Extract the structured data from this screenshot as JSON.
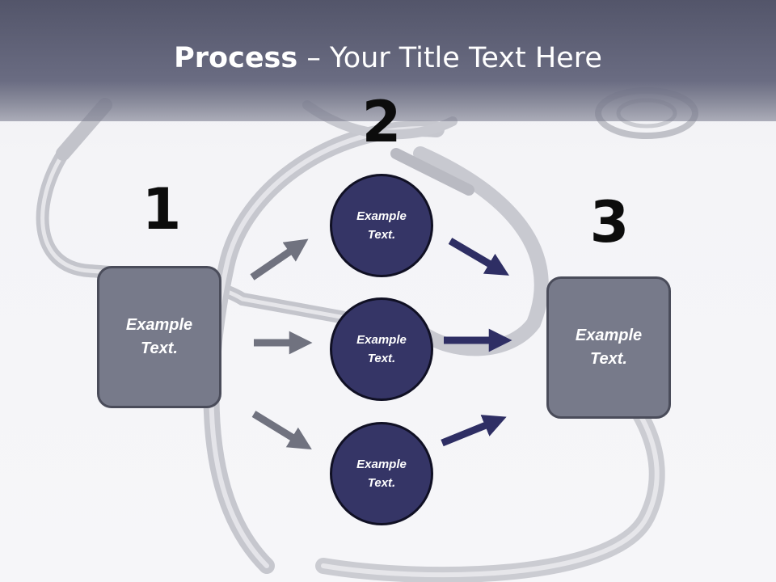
{
  "title": {
    "bold": "Process",
    "rest": " – Your Title Text Here"
  },
  "steps": {
    "one": {
      "number": "1",
      "text": "Example Text."
    },
    "two": {
      "number": "2",
      "circles": [
        "Example Text.",
        "Example Text.",
        "Example Text."
      ]
    },
    "three": {
      "number": "3",
      "text": "Example Text."
    }
  },
  "colors": {
    "gray_box": "#777a8a",
    "navy_circle": "#353566",
    "gray_arrow": "#70727f",
    "navy_arrow": "#2e2e64"
  }
}
